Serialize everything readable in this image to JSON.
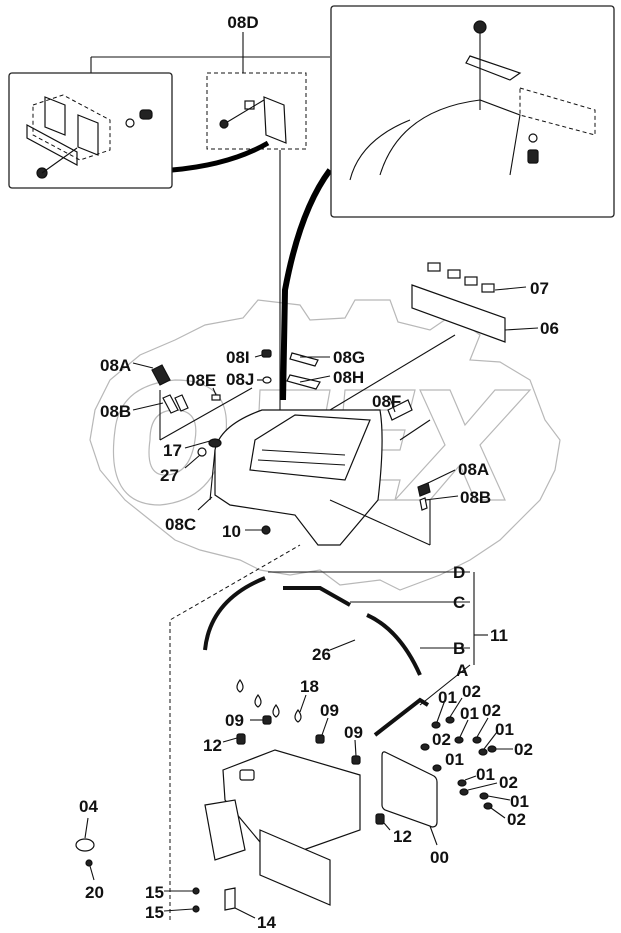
{
  "diagram": {
    "watermark": "OREX",
    "colors": {
      "ink": "#111111",
      "watermark": "#b8b8b8",
      "background": "#ffffff"
    },
    "detail_views": [
      {
        "id": "detail-left",
        "description": "bracket plates with bolt, washer, nut"
      },
      {
        "id": "detail-08D",
        "label": "08D",
        "description": "screw, clip and tag"
      },
      {
        "id": "detail-right",
        "description": "console cover with plate, nut, washer and bolt"
      }
    ],
    "callouts": [
      {
        "id": "08D",
        "text": "08D"
      },
      {
        "id": "07",
        "text": "07"
      },
      {
        "id": "06",
        "text": "06"
      },
      {
        "id": "08A-left",
        "text": "08A"
      },
      {
        "id": "08I",
        "text": "08I"
      },
      {
        "id": "08G",
        "text": "08G"
      },
      {
        "id": "08E",
        "text": "08E"
      },
      {
        "id": "08J",
        "text": "08J"
      },
      {
        "id": "08H",
        "text": "08H"
      },
      {
        "id": "08B-left",
        "text": "08B"
      },
      {
        "id": "08F",
        "text": "08F"
      },
      {
        "id": "17",
        "text": "17"
      },
      {
        "id": "27",
        "text": "27"
      },
      {
        "id": "08A-right",
        "text": "08A"
      },
      {
        "id": "08B-right",
        "text": "08B"
      },
      {
        "id": "08C",
        "text": "08C"
      },
      {
        "id": "10",
        "text": "10"
      },
      {
        "id": "D",
        "text": "D"
      },
      {
        "id": "C",
        "text": "C"
      },
      {
        "id": "11",
        "text": "11"
      },
      {
        "id": "B",
        "text": "B"
      },
      {
        "id": "26",
        "text": "26"
      },
      {
        "id": "A",
        "text": "A"
      },
      {
        "id": "18",
        "text": "18"
      },
      {
        "id": "01-a",
        "text": "01"
      },
      {
        "id": "02-a",
        "text": "02"
      },
      {
        "id": "01-b",
        "text": "01"
      },
      {
        "id": "02-b",
        "text": "02"
      },
      {
        "id": "09-a",
        "text": "09"
      },
      {
        "id": "09-b",
        "text": "09"
      },
      {
        "id": "09-c",
        "text": "09"
      },
      {
        "id": "12-a",
        "text": "12"
      },
      {
        "id": "02-c",
        "text": "02"
      },
      {
        "id": "01-c",
        "text": "01"
      },
      {
        "id": "02-d",
        "text": "02"
      },
      {
        "id": "01-d",
        "text": "01"
      },
      {
        "id": "01-e",
        "text": "01"
      },
      {
        "id": "02-e",
        "text": "02"
      },
      {
        "id": "01-f",
        "text": "01"
      },
      {
        "id": "02-f",
        "text": "02"
      },
      {
        "id": "04",
        "text": "04"
      },
      {
        "id": "12-b",
        "text": "12"
      },
      {
        "id": "00",
        "text": "00"
      },
      {
        "id": "20",
        "text": "20"
      },
      {
        "id": "15-a",
        "text": "15"
      },
      {
        "id": "15-b",
        "text": "15"
      },
      {
        "id": "14",
        "text": "14"
      }
    ]
  }
}
